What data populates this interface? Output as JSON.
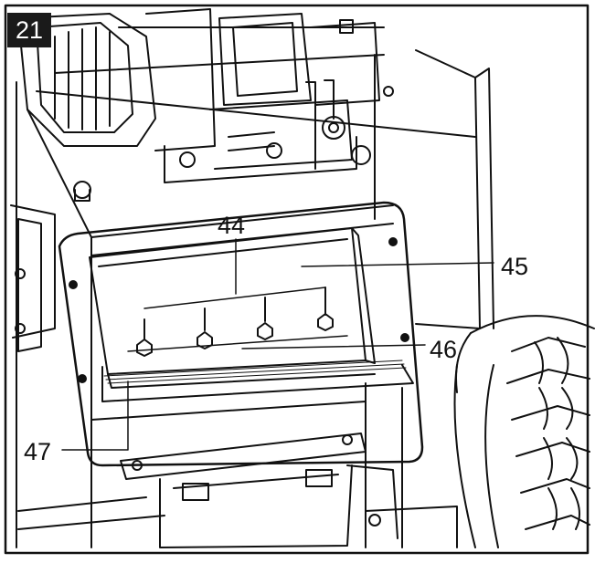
{
  "figure": {
    "number": "21",
    "callouts": {
      "c44": "44",
      "c45": "45",
      "c46": "46",
      "c47": "47"
    }
  }
}
